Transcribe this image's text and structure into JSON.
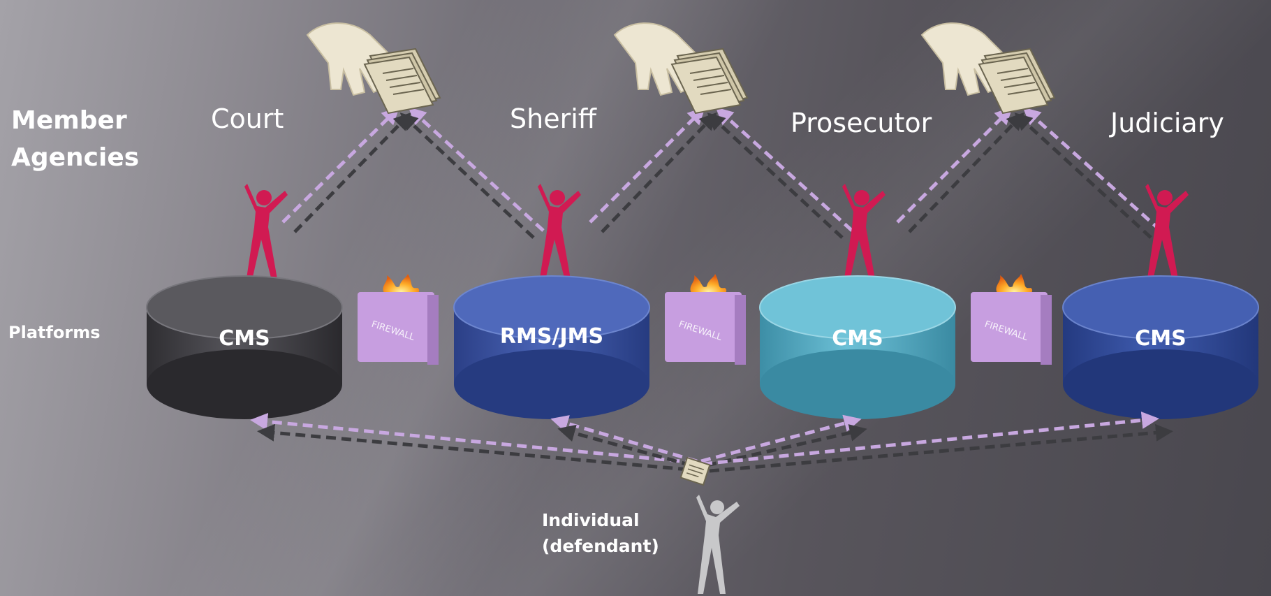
{
  "section_labels": {
    "member_agencies": "Member Agencies",
    "platforms": "Platforms"
  },
  "agencies": [
    "Court",
    "Sheriff",
    "Prosecutor",
    "Judiciary"
  ],
  "platforms": [
    {
      "label": "CMS",
      "color": "#4a494d"
    },
    {
      "label": "RMS/JMS",
      "color": "#3b55a6"
    },
    {
      "label": "CMS",
      "color": "#58aec5"
    },
    {
      "label": "CMS",
      "color": "#334f9c"
    }
  ],
  "firewall": {
    "label": "FIREWALL",
    "color": "#c79ee0"
  },
  "individual": {
    "line1": "Individual",
    "line2": "(defendant)"
  },
  "colors": {
    "person": "#d11a52",
    "arrow_light": "#c8a8e0",
    "arrow_dark": "#3c3c40",
    "hand": "#ede6d2",
    "document": "#cfc6a8",
    "defendant_figure": "#c8c8ca"
  },
  "icons": [
    "hand-document-icon",
    "person-icon",
    "firewall-icon",
    "database-cylinder-icon",
    "defendant-icon",
    "flame-icon"
  ]
}
